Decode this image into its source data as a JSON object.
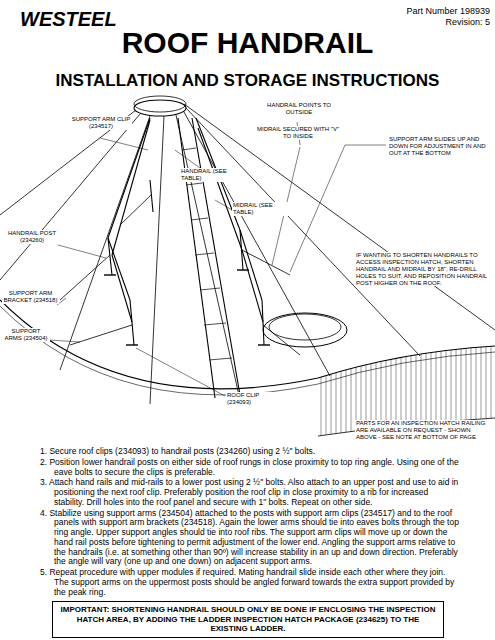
{
  "diagram": {
    "title": "ROOF HANDRAIL",
    "nodes": [
      {
        "text": [
          "IMPORTANT: SHORTENING HANDRAIL SHOULD ONLY BE DONE IF ENCLOSING THE INSPECTION HATCH AREA, BY ADDING THE LADDER INSPECTION HATCH PACKAGE (234625) TO THE EXISTING LADDER."
        ]
      }
    ],
    "edges": [],
    "labels": [
      "WESTEEL",
      "Part Number 198939",
      "Revision: 5",
      "INSTALLATION AND STORAGE INSTRUCTIONS",
      "SUPPORT ARM CLIP (234517)",
      "HANDRAIL (SEE TABLE)",
      "HANDRAIL POINTS TO OUTSIDE",
      "MIDRAIL SECURED WITH \"V\" TO INSIDE",
      "SUPPORT ARM SLIDES UP AND DOWN FOR ADJUSTMENT IN AND OUT AT THE BOTTOM",
      "MIDRAIL (SEE TABLE)",
      "HANDRAIL POST (234260)",
      "IF WANTING TO SHORTEN HANDRAILS TO ACCESS INSPECTION HATCH, SHORTEN HANDRAIL AND MIDRAIL BY 18\", RE-DRILL HOLES TO SUIT, AND REPOSITION HANDRAIL POST HIGHER ON THE ROOF.",
      "SUPPORT ARM BRACKET (234518)",
      "SUPPORT ARMS (234504)",
      "ROOF CLIP (234093)",
      "PARTS FOR AN INSPECTION HATCH RAILING ARE AVAILABLE ON REQUEST - SHOWN ABOVE - SEE NOTE AT BOTTOM OF PAGE",
      "1. Secure roof clips (234093) to handrail posts (234260) using 2 ½\" bolts.",
      "2. Position lower handrail posts on either side of roof rungs in close proximity to top ring angle. Using one of the eave bolts to secure the clips is preferable.",
      "3. Attach hand rails and mid-rails to a lower post using 2 ½\" bolts. Also attach to an upper post and use to aid in positioning the next roof clip. Preferably position the roof clip in close proximity to a rib for increased stability. Drill holes into the roof panel and secure with 1\" bolts. Repeat on other side.",
      "4. Stabilize using support arms (234504) attached to the posts with support arm clips (234517) and to the roof panels with support arm brackets (234518). Again the lower arms should tie into eaves bolts through the top ring angle. Upper support angles should tie into roof ribs. The support arm clips will move up or down the hand rail posts before tightening to permit adjustment of the lower end. Angling the support arms relative to the handrails (i.e. at something other than 90º) will increase stability in an up and down direction. Preferably the angle will vary (one up and one down) on adjacent support arms.",
      "5. Repeat procedure with upper modules if required. Mating handrail slide inside each other where they join. The support arms on the uppermost posts should be angled forward towards the extra support provided by the peak ring."
    ]
  }
}
